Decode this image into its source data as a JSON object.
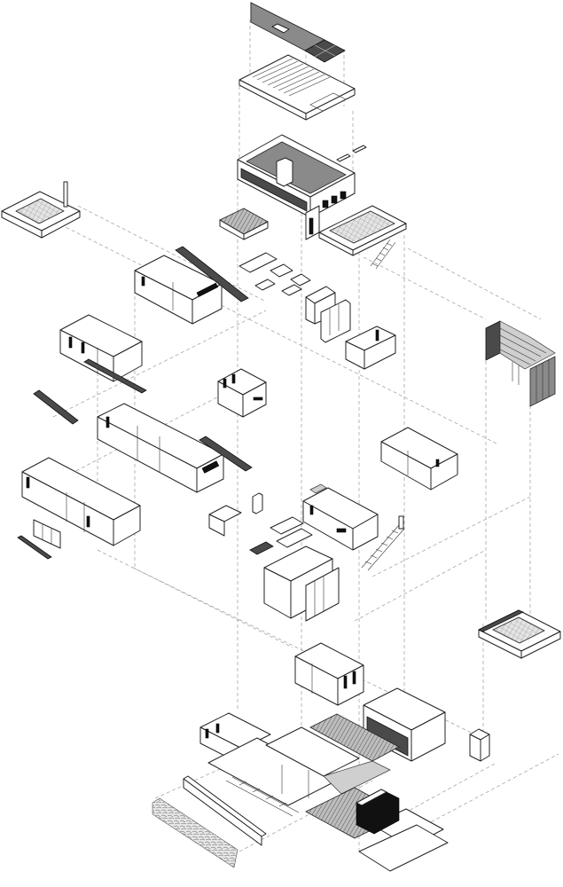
{
  "diagram": {
    "type": "exploded-axonometric",
    "subject": "house",
    "colors": {
      "background": "#ffffff",
      "line": "#222222",
      "roof_fill": "#8a8a8a",
      "dark_fill": "#4a4a4a",
      "guide_line": "#9a9a9a"
    },
    "components": [
      "roof-plate",
      "solar-panels",
      "roof-structure",
      "skylights",
      "upper-level-box",
      "rooftop-terrace",
      "planter-box-left",
      "pergola-right",
      "bedroom-wing",
      "bathroom-pod",
      "living-wing",
      "kitchen-furniture",
      "stair",
      "ground-level",
      "stone-wall",
      "garage-block",
      "mechanical-unit"
    ]
  }
}
